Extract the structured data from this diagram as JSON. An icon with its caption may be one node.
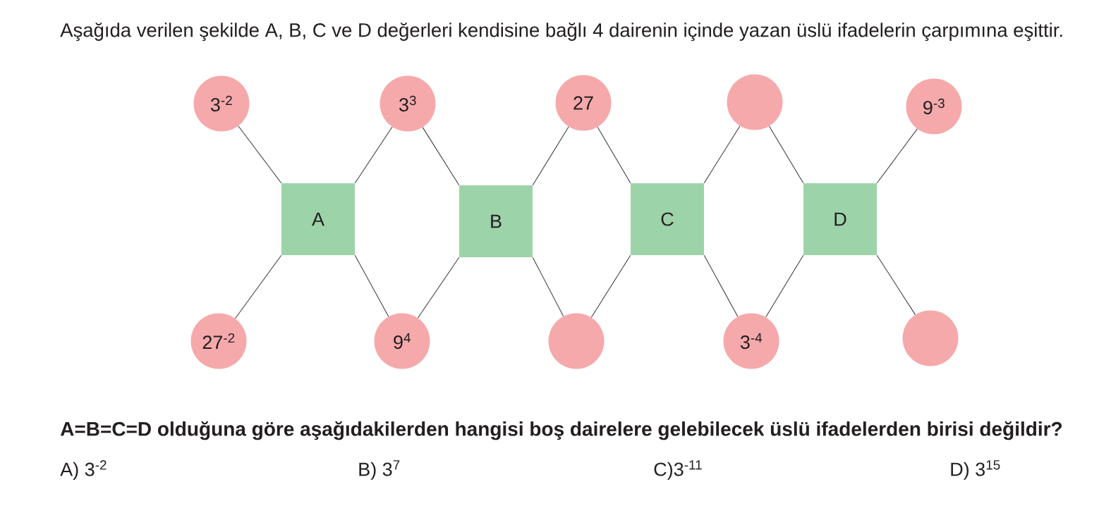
{
  "diagram": {
    "nodes": [
      {
        "text": [
          "3$^{-2}$"
        ]
      },
      {
        "text": [
          "3$^{3}$"
        ]
      },
      {
        "text": [
          "27"
        ]
      },
      {
        "text": [],
        "shape": "circle"
      },
      {
        "text": [
          "9$^{-3}$"
        ]
      },
      {
        "text": [
          "A"
        ]
      },
      {
        "text": [
          "B"
        ]
      },
      {
        "text": [
          "C"
        ]
      },
      {
        "text": [
          "D"
        ]
      },
      {
        "text": [
          "27$^{-2}$"
        ]
      },
      {
        "text": [
          "9$^{4}$"
        ]
      },
      {
        "text": [],
        "shape": "circle"
      },
      {
        "text": [
          "3$^{-4}$"
        ]
      },
      {
        "text": [],
        "shape": "circle"
      }
    ],
    "edges": [
      {
        "from": 0,
        "to": 5,
        "arrow": "none"
      },
      {
        "from": 1,
        "to": 5,
        "arrow": "none"
      },
      {
        "from": 9,
        "to": 5,
        "arrow": "none"
      },
      {
        "from": 10,
        "to": 5,
        "arrow": "none"
      },
      {
        "from": 1,
        "to": 6,
        "arrow": "none"
      },
      {
        "from": 2,
        "to": 6,
        "arrow": "none"
      },
      {
        "from": 10,
        "to": 6,
        "arrow": "none"
      },
      {
        "from": 11,
        "to": 6,
        "arrow": "none"
      },
      {
        "from": 2,
        "to": 7,
        "arrow": "none"
      },
      {
        "from": 3,
        "to": 7,
        "arrow": "none"
      },
      {
        "from": 11,
        "to": 7,
        "arrow": "none"
      },
      {
        "from": 12,
        "to": 7,
        "arrow": "none"
      },
      {
        "from": 3,
        "to": 8,
        "arrow": "none"
      },
      {
        "from": 4,
        "to": 8,
        "arrow": "none"
      },
      {
        "from": 12,
        "to": 8,
        "arrow": "none"
      },
      {
        "from": 13,
        "to": 8,
        "arrow": "none"
      }
    ],
    "labels": [
      "Aşağıda verilen şekilde A, B, C ve D değerleri kendisine bağlı 4 dairenin içinde yazan üslü ifadelerin çarpımına eşittir.",
      "A=B=C=D olduğuna göre aşağıdakilerden hangisi boş dairelere gelebilecek üslü ifadelerden birisi değildir?",
      "A) 3$^{-2}$",
      "B) 3$^{7}$",
      "C)3$^{-11}$",
      "D) 3$^{15}$"
    ]
  }
}
